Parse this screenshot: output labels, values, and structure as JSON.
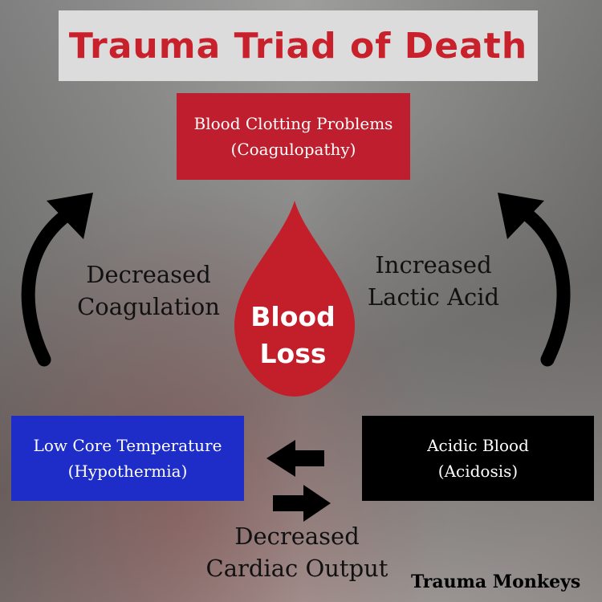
{
  "title": "Trauma Triad of Death",
  "center": {
    "line1": "Blood",
    "line2": "Loss"
  },
  "nodes": {
    "coagulopathy": {
      "line1": "Blood Clotting Problems",
      "line2": "(Coagulopathy)",
      "color": "#be1e2d"
    },
    "hypothermia": {
      "line1": "Low Core Temperature",
      "line2": "(Hypothermia)",
      "color": "#1e2cc8"
    },
    "acidosis": {
      "line1": "Acidic Blood",
      "line2": "(Acidosis)",
      "color": "#000000"
    }
  },
  "edges": {
    "left": {
      "line1": "Decreased",
      "line2": "Coagulation"
    },
    "right": {
      "line1": "Increased",
      "line2": "Lactic Acid"
    },
    "bottom": {
      "line1": "Decreased",
      "line2": "Cardiac Output"
    }
  },
  "brand": "Trauma Monkeys",
  "colors": {
    "title": "#c9212b",
    "drop": "#c21f2a",
    "arrow": "#000000",
    "title_bg": "#dcdcdc"
  },
  "icons": [
    "blood-drop-icon",
    "curved-arrow-up-icon",
    "arrow-left-icon",
    "arrow-right-icon"
  ]
}
